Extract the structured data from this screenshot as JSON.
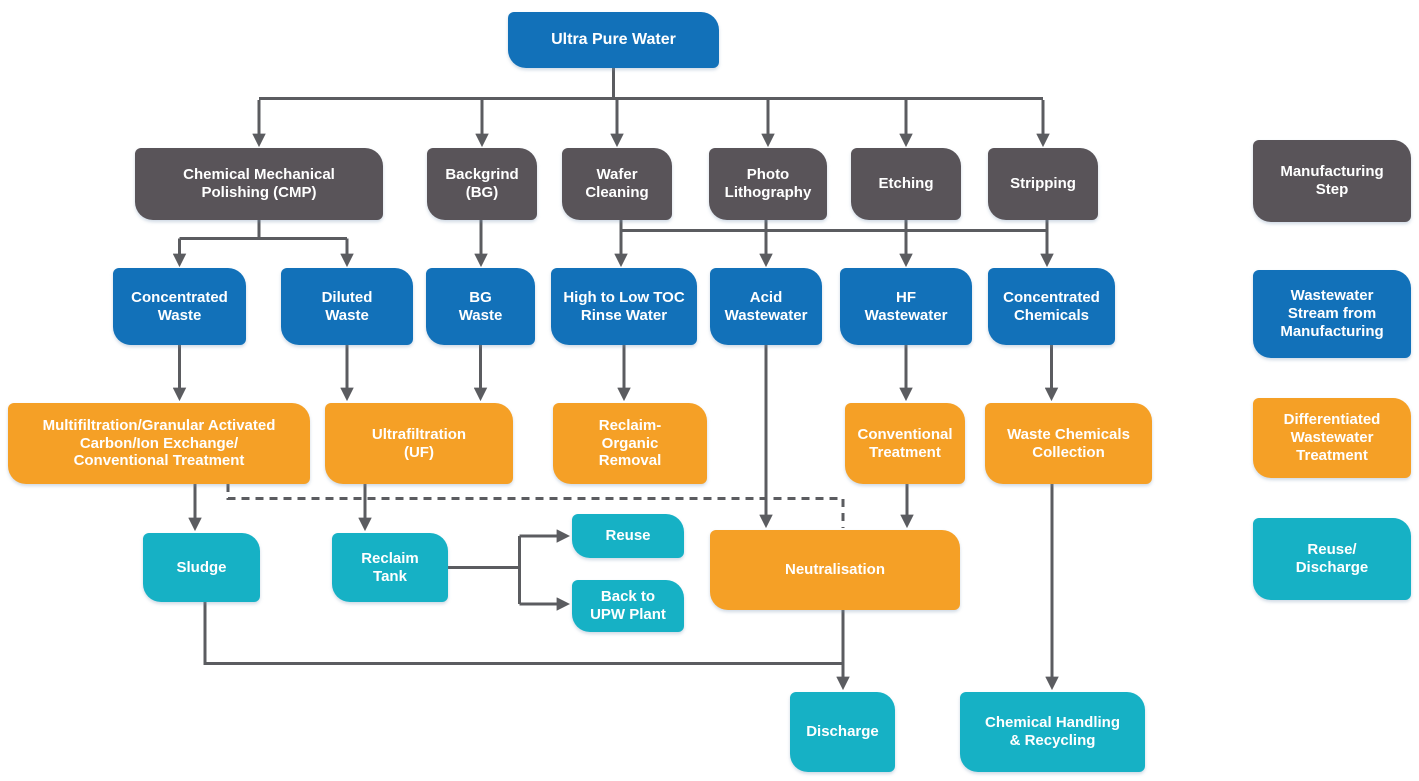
{
  "colors": {
    "step": "#595459",
    "stream": "#1271B9",
    "treatment": "#F5A026",
    "reuse": "#16B1C5",
    "connector": "#5B5C60"
  },
  "nodes": {
    "upw": {
      "label": "Ultra Pure Water"
    },
    "cmp": {
      "label": "Chemical Mechanical\nPolishing (CMP)"
    },
    "backgrind": {
      "label": "Backgrind\n(BG)"
    },
    "wafer_cleaning": {
      "label": "Wafer\nCleaning"
    },
    "photo_lithography": {
      "label": "Photo\nLithography"
    },
    "etching": {
      "label": "Etching"
    },
    "stripping": {
      "label": "Stripping"
    },
    "concentrated_waste": {
      "label": "Concentrated\nWaste"
    },
    "diluted_waste": {
      "label": "Diluted\nWaste"
    },
    "bg_waste": {
      "label": "BG\nWaste"
    },
    "toc_rinse": {
      "label": "High to Low TOC\nRinse Water"
    },
    "acid_wastewater": {
      "label": "Acid\nWastewater"
    },
    "hf_wastewater": {
      "label": "HF\nWastewater"
    },
    "concentrated_chemicals": {
      "label": "Concentrated\nChemicals"
    },
    "multifiltration": {
      "label": "Multifiltration/Granular Activated\nCarbon/Ion Exchange/\nConventional Treatment"
    },
    "ultrafiltration": {
      "label": "Ultrafiltration\n(UF)"
    },
    "reclaim_organic": {
      "label": "Reclaim-\nOrganic\nRemoval"
    },
    "conventional_treatment": {
      "label": "Conventional\nTreatment"
    },
    "waste_chemicals": {
      "label": "Waste Chemicals\nCollection"
    },
    "sludge": {
      "label": "Sludge"
    },
    "reclaim_tank": {
      "label": "Reclaim\nTank"
    },
    "reuse": {
      "label": "Reuse"
    },
    "back_to_upw": {
      "label": "Back to\nUPW Plant"
    },
    "neutralisation": {
      "label": "Neutralisation"
    },
    "discharge": {
      "label": "Discharge"
    },
    "chemical_handling": {
      "label": "Chemical Handling\n& Recycling"
    }
  },
  "legend": {
    "items": [
      {
        "label": "Manufacturing\nStep",
        "type": "step"
      },
      {
        "label": "Wastewater\nStream from\nManufacturing",
        "type": "stream"
      },
      {
        "label": "Differentiated\nWastewater\nTreatment",
        "type": "treatment"
      },
      {
        "label": "Reuse/\nDischarge",
        "type": "reuse"
      }
    ]
  }
}
